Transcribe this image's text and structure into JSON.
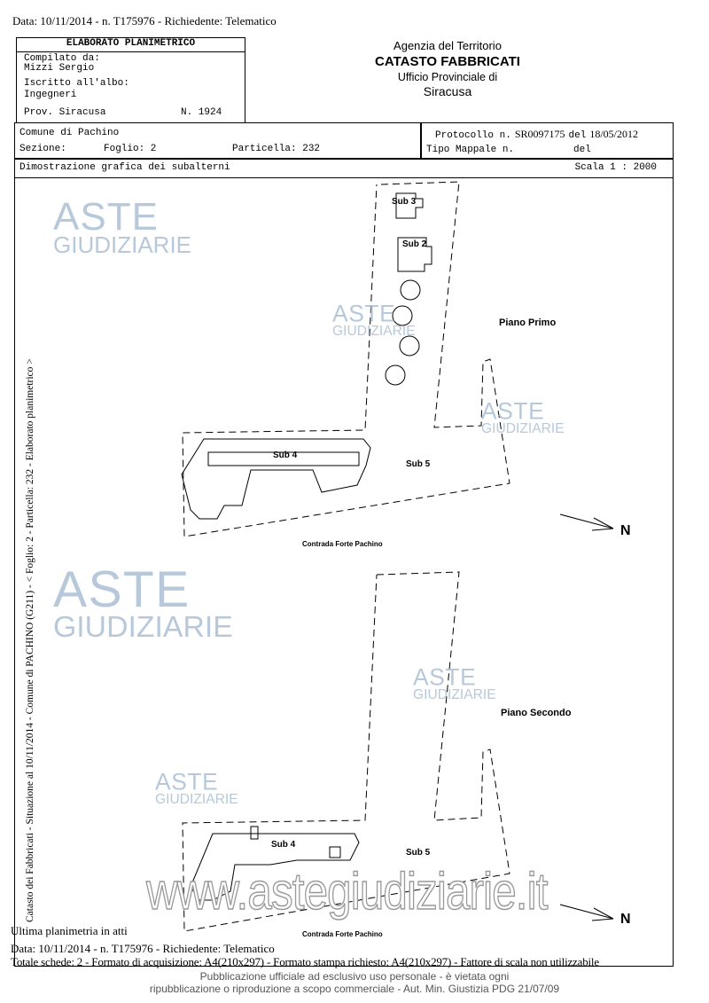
{
  "top_line": "Data: 10/11/2014 - n. T175976 - Richiedente: Telematico",
  "header": {
    "title": "ELABORATO PLANIMETRICO",
    "compilato_label": "Compilato da:",
    "compilato_value": "Mizzi Sergio",
    "albo_label": "Iscritto all'albo:",
    "albo_value": "Ingegneri",
    "prov": "Prov. Siracusa",
    "numero": "N. 1924",
    "agency": "Agenzia del Territorio",
    "catasto": "CATASTO FABBRICATI",
    "ufficio": "Ufficio Provinciale di",
    "city": "Siracusa"
  },
  "info": {
    "comune": "Comune di Pachino",
    "sezione": "Sezione:",
    "foglio": "Foglio: 2",
    "particella": "Particella: 232",
    "protocollo_label": "Protocollo n.",
    "protocollo_value": "SR0097175",
    "del_label": "del",
    "protocollo_date": "18/05/2012",
    "tipo_mappale": "Tipo Mappale n.",
    "del2": "del",
    "dimostrazione": "Dimostrazione grafica dei subalterni",
    "scala": "Scala 1 : 2000"
  },
  "plan": {
    "floor1": {
      "title": "Piano Primo",
      "labels": [
        "Sub 3",
        "Sub 2",
        "Sub 4",
        "Sub 5"
      ],
      "road": "Contrada Forte  Pachino",
      "north": "N"
    },
    "floor2": {
      "title": "Piano Secondo",
      "labels": [
        "Sub 4",
        "Sub 5"
      ],
      "road": "Contrada Forte  Pachino",
      "north": "N"
    }
  },
  "side_text": "Catasto dei Fabbricati - Situazione al 10/11/2014 - Comune di PACHINO (G211) - < Foglio: 2 - Particella: 232 - Elaborato planimetrico >",
  "watermark": {
    "aste": "ASTE",
    "giudiziarie": "GIUDIZIARIE",
    "site": "www.astegiudiziarie.it"
  },
  "footer": {
    "ultima": "Ultima planimetria in atti",
    "data_line": "Data: 10/11/2014 - n. T175976 - Richiedente: Telematico",
    "totale": "Totale schede: 2 - Formato di acquisizione: A4(210x297)  - Formato stampa richiesto: A4(210x297) - Fattore di scala non utilizzabile",
    "notice1": "Pubblicazione ufficiale ad esclusivo uso personale - è vietata ogni",
    "notice2": "ripubblicazione o riproduzione a scopo commerciale - Aut. Min. Giustizia PDG 21/07/09"
  }
}
